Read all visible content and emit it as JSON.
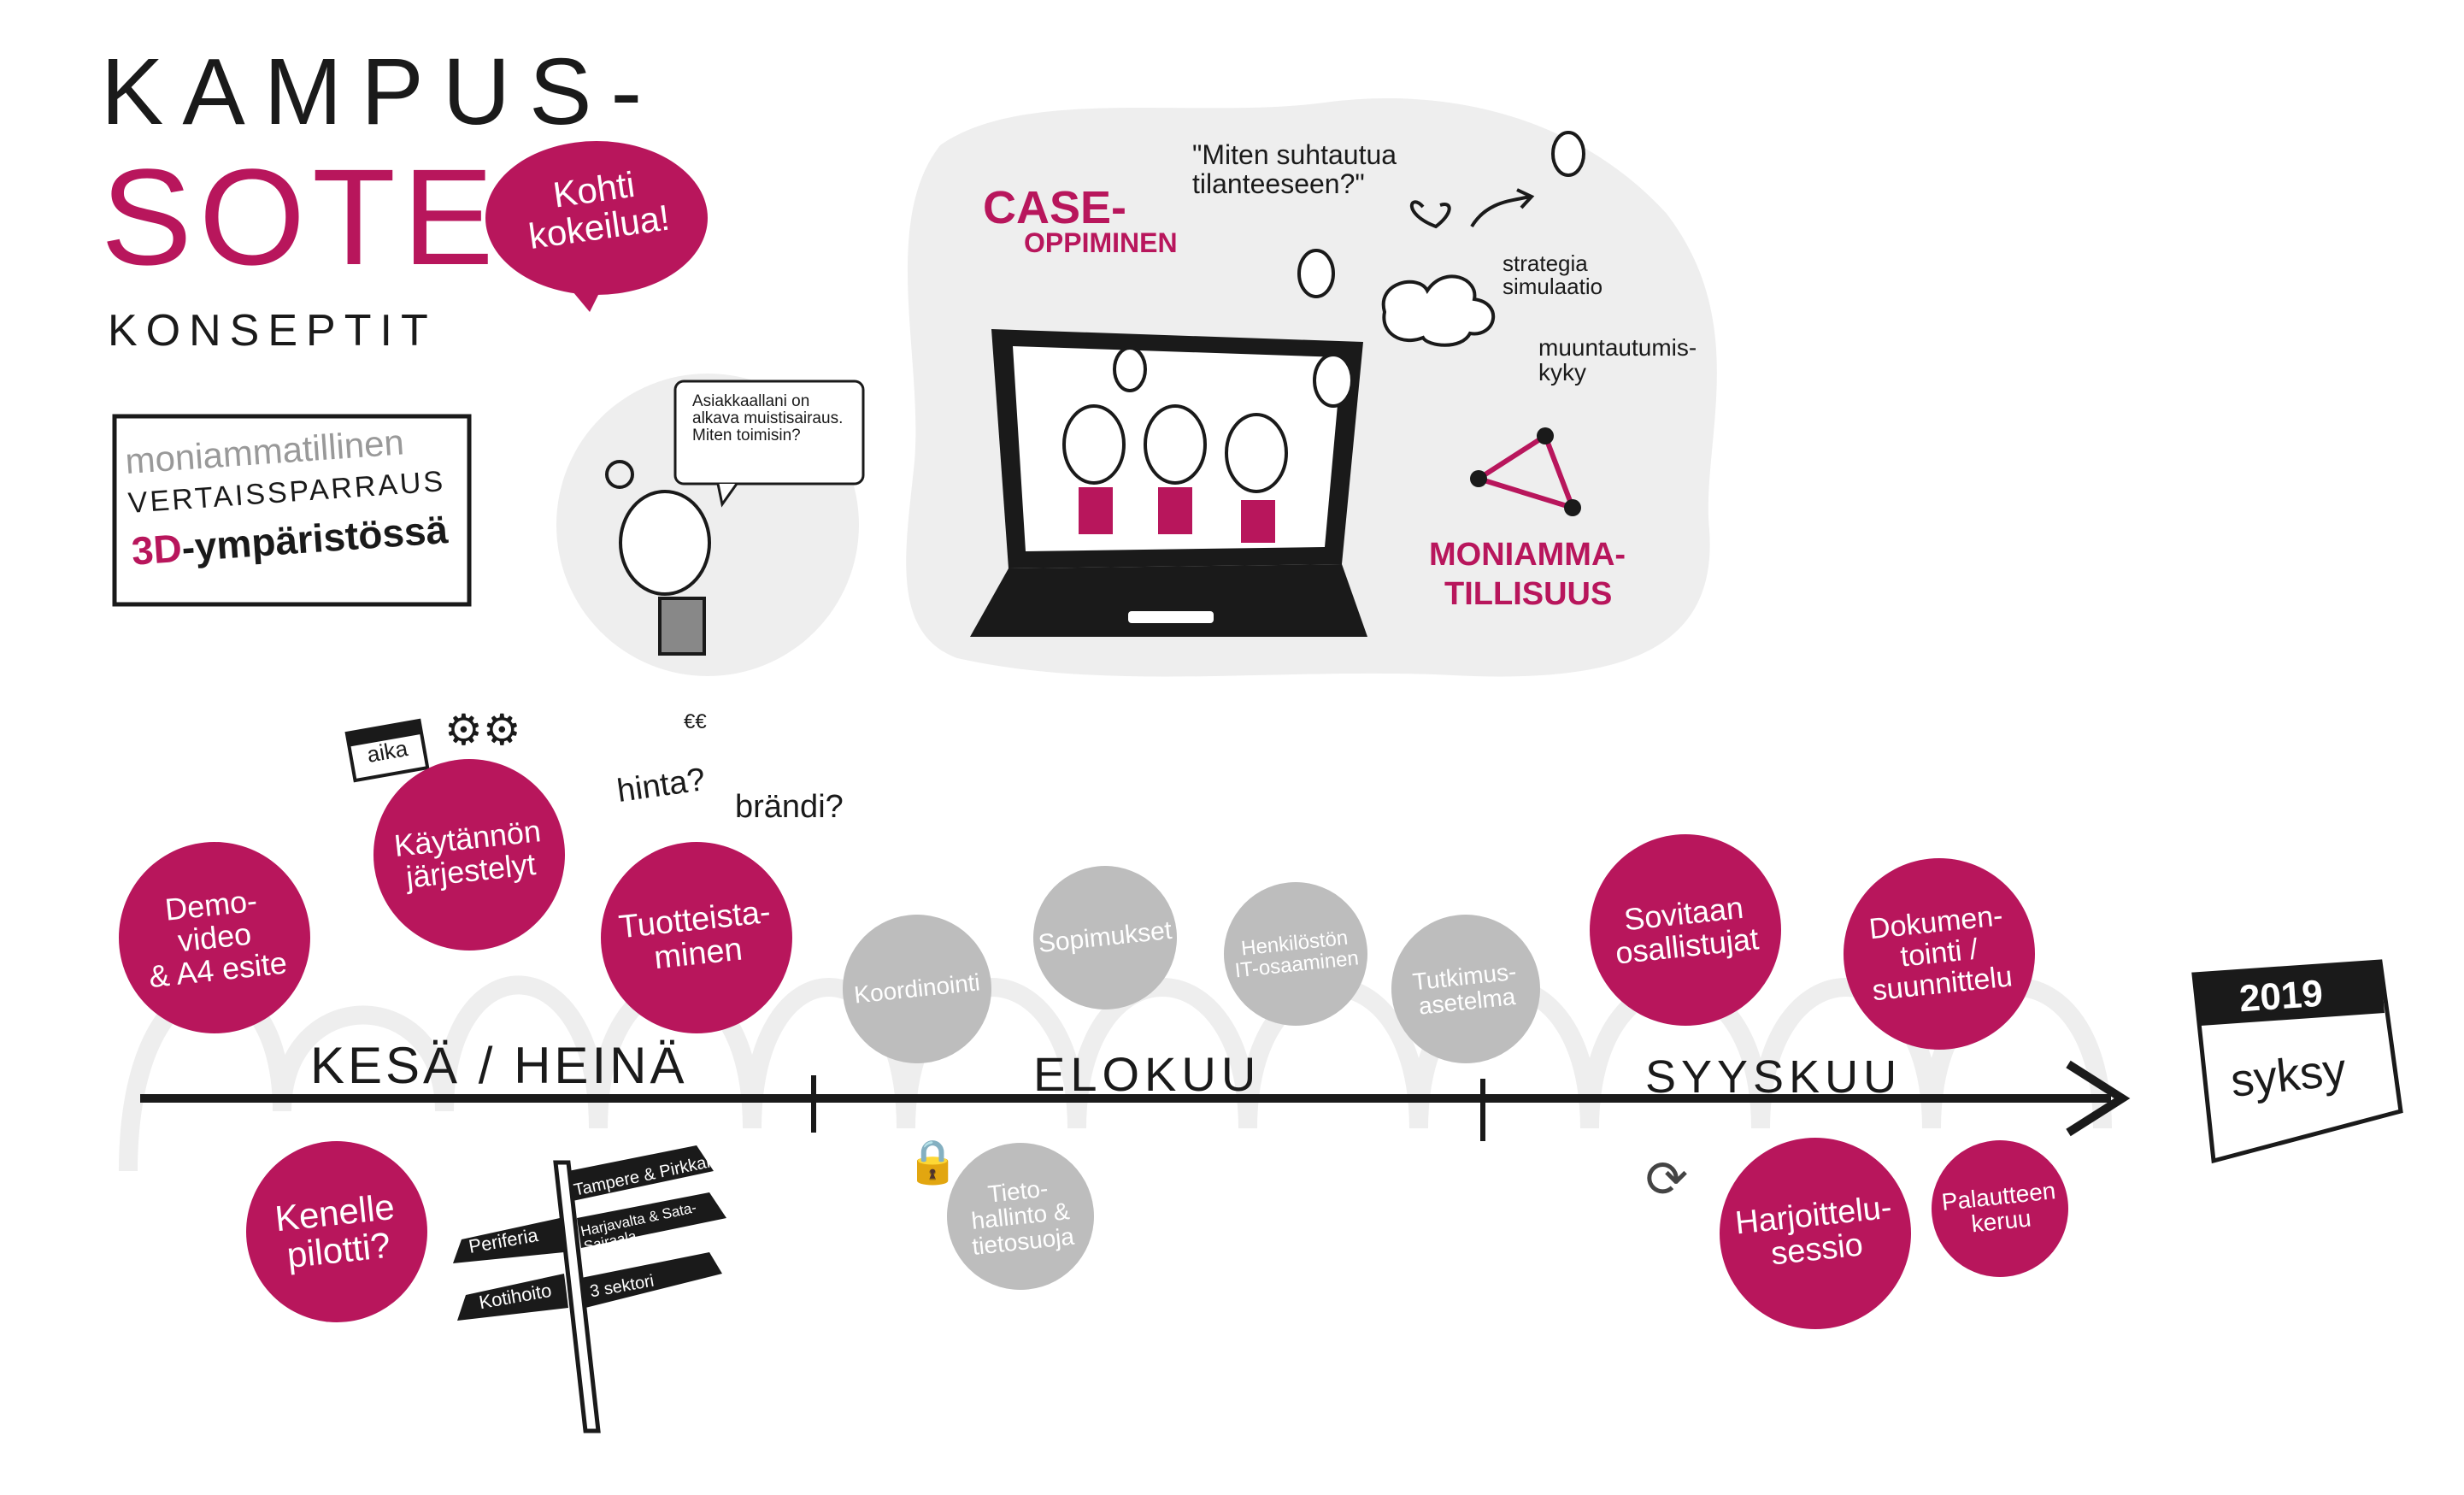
{
  "header": {
    "title_line1": "KAMPUS-",
    "title_line2": "SOTE",
    "subtitle": "KONSEPTIT",
    "bubble": "Kohti\nkokeilua!"
  },
  "banner": {
    "line1": "moniammatillinen",
    "line2": "VERTAISSPARRAUS",
    "line3_accent": "3D",
    "line3_rest": "-ympäristössä"
  },
  "speech": "Asiakkaallani on\nalkava muistisairaus.\nMiten toimisin?",
  "case": {
    "title_line1": "CASE-",
    "title_line2": "OPPIMINEN",
    "quote": "\"Miten suhtautua\ntilanteeseen?\"",
    "strategy": "strategia\nsimulaatio",
    "adaptability": "muuntautumis-\nkyky",
    "multi_line1": "MONIAMMA-",
    "multi_line2": "TILLISUUS"
  },
  "notes": {
    "price": "hinta?",
    "brand": "brändi?",
    "euro": "€€",
    "calendar_small": "aika"
  },
  "timeline": {
    "months": [
      "KESÄ / HEINÄ",
      "ELOKUU",
      "SYYSKUU"
    ],
    "end_year": "2019",
    "end_label": "syksy"
  },
  "milestones": {
    "demo": "Demo-\nvideo\n& A4 esite",
    "practical": "Käytännön\njärjestelyt",
    "productize": "Tuotteista-\nminen",
    "coordination": "Koordinointi",
    "contracts": "Sopimukset",
    "staff_it": "Henkilöstön\nIT-osaaminen",
    "research": "Tutkimus-\nasetelma",
    "participants": "Sovitaan\nosallistujat",
    "documentation": "Dokumen-\ntointi /\nsuunnittelu",
    "pilot_for": "Kenelle\npilotti?",
    "data_mgmt": "Tieto-\nhallinto &\ntietosuoja",
    "training": "Harjoittelu-\nsessio",
    "feedback": "Palautteen\nkeruu"
  },
  "signpost": {
    "right": [
      "Tampere & Pirkkala",
      "Harjavalta & Sata-\nSairaala",
      "3 sektori"
    ],
    "left": [
      "Periferia",
      "Kotihoito"
    ]
  },
  "colors": {
    "accent": "#b8165c",
    "grey": "#bdbdbd",
    "bg_blob": "#eeeeee"
  }
}
